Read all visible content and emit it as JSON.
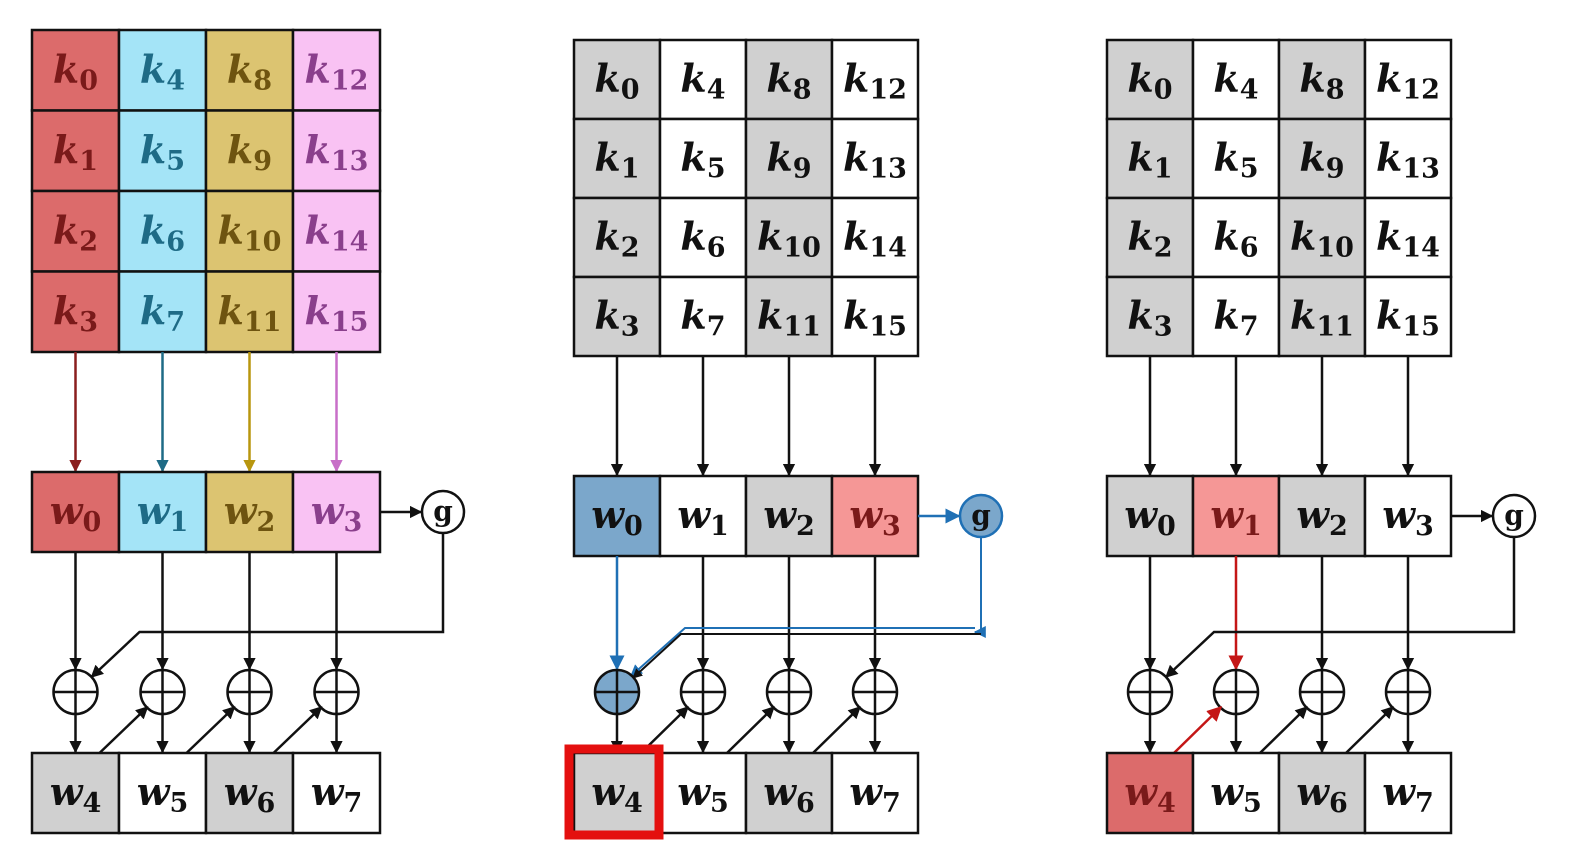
{
  "colors": {
    "gray": "#d0d0d0",
    "white": "#ffffff",
    "red": "#dc6b6b",
    "cyan": "#a4e4f7",
    "gold": "#dcc471",
    "pink": "#f9c2f3",
    "blue": "#7ba7cb",
    "salmon": "#f59796",
    "highlight_border": "#e4100f",
    "stroke": "#111111",
    "blue_path": "#1f70b5",
    "red_path": "#c41616",
    "text_red": "#7a1a1a",
    "text_teal": "#1e6b86",
    "text_gold": "#6e5410",
    "text_pink": "#8a3f8c"
  },
  "g_label": "g",
  "panels": [
    {
      "key_matrix": [
        [
          {
            "base": "k",
            "sub": "0",
            "fill": "red",
            "text": "text_red"
          },
          {
            "base": "k",
            "sub": "4",
            "fill": "cyan",
            "text": "text_teal"
          },
          {
            "base": "k",
            "sub": "8",
            "fill": "gold",
            "text": "text_gold"
          },
          {
            "base": "k",
            "sub": "12",
            "fill": "pink",
            "text": "text_pink"
          }
        ],
        [
          {
            "base": "k",
            "sub": "1",
            "fill": "red",
            "text": "text_red"
          },
          {
            "base": "k",
            "sub": "5",
            "fill": "cyan",
            "text": "text_teal"
          },
          {
            "base": "k",
            "sub": "9",
            "fill": "gold",
            "text": "text_gold"
          },
          {
            "base": "k",
            "sub": "13",
            "fill": "pink",
            "text": "text_pink"
          }
        ],
        [
          {
            "base": "k",
            "sub": "2",
            "fill": "red",
            "text": "text_red"
          },
          {
            "base": "k",
            "sub": "6",
            "fill": "cyan",
            "text": "text_teal"
          },
          {
            "base": "k",
            "sub": "10",
            "fill": "gold",
            "text": "text_gold"
          },
          {
            "base": "k",
            "sub": "14",
            "fill": "pink",
            "text": "text_pink"
          }
        ],
        [
          {
            "base": "k",
            "sub": "3",
            "fill": "red",
            "text": "text_red"
          },
          {
            "base": "k",
            "sub": "7",
            "fill": "cyan",
            "text": "text_teal"
          },
          {
            "base": "k",
            "sub": "11",
            "fill": "gold",
            "text": "text_gold"
          },
          {
            "base": "k",
            "sub": "15",
            "fill": "pink",
            "text": "text_pink"
          }
        ]
      ],
      "word_row": [
        {
          "base": "w",
          "sub": "0",
          "fill": "red",
          "text": "text_red"
        },
        {
          "base": "w",
          "sub": "1",
          "fill": "cyan",
          "text": "text_teal"
        },
        {
          "base": "w",
          "sub": "2",
          "fill": "gold",
          "text": "text_gold"
        },
        {
          "base": "w",
          "sub": "3",
          "fill": "pink",
          "text": "text_pink"
        }
      ],
      "output_row": [
        {
          "base": "w",
          "sub": "4",
          "fill": "gray",
          "text": "stroke"
        },
        {
          "base": "w",
          "sub": "5",
          "fill": "white",
          "text": "stroke"
        },
        {
          "base": "w",
          "sub": "6",
          "fill": "gray",
          "text": "stroke"
        },
        {
          "base": "w",
          "sub": "7",
          "fill": "white",
          "text": "stroke"
        }
      ],
      "key_arrow_colors": [
        "#8a1e1e",
        "#1e6b86",
        "#b8960f",
        "#c86fc8"
      ],
      "highlight": "none"
    },
    {
      "key_matrix": [
        [
          {
            "base": "k",
            "sub": "0",
            "fill": "gray",
            "text": "stroke"
          },
          {
            "base": "k",
            "sub": "4",
            "fill": "white",
            "text": "stroke"
          },
          {
            "base": "k",
            "sub": "8",
            "fill": "gray",
            "text": "stroke"
          },
          {
            "base": "k",
            "sub": "12",
            "fill": "white",
            "text": "stroke"
          }
        ],
        [
          {
            "base": "k",
            "sub": "1",
            "fill": "gray",
            "text": "stroke"
          },
          {
            "base": "k",
            "sub": "5",
            "fill": "white",
            "text": "stroke"
          },
          {
            "base": "k",
            "sub": "9",
            "fill": "gray",
            "text": "stroke"
          },
          {
            "base": "k",
            "sub": "13",
            "fill": "white",
            "text": "stroke"
          }
        ],
        [
          {
            "base": "k",
            "sub": "2",
            "fill": "gray",
            "text": "stroke"
          },
          {
            "base": "k",
            "sub": "6",
            "fill": "white",
            "text": "stroke"
          },
          {
            "base": "k",
            "sub": "10",
            "fill": "gray",
            "text": "stroke"
          },
          {
            "base": "k",
            "sub": "14",
            "fill": "white",
            "text": "stroke"
          }
        ],
        [
          {
            "base": "k",
            "sub": "3",
            "fill": "gray",
            "text": "stroke"
          },
          {
            "base": "k",
            "sub": "7",
            "fill": "white",
            "text": "stroke"
          },
          {
            "base": "k",
            "sub": "11",
            "fill": "gray",
            "text": "stroke"
          },
          {
            "base": "k",
            "sub": "15",
            "fill": "white",
            "text": "stroke"
          }
        ]
      ],
      "word_row": [
        {
          "base": "w",
          "sub": "0",
          "fill": "blue",
          "text": "stroke"
        },
        {
          "base": "w",
          "sub": "1",
          "fill": "white",
          "text": "stroke"
        },
        {
          "base": "w",
          "sub": "2",
          "fill": "gray",
          "text": "stroke"
        },
        {
          "base": "w",
          "sub": "3",
          "fill": "salmon",
          "text": "text_red"
        }
      ],
      "output_row": [
        {
          "base": "w",
          "sub": "4",
          "fill": "gray",
          "text": "stroke"
        },
        {
          "base": "w",
          "sub": "5",
          "fill": "white",
          "text": "stroke"
        },
        {
          "base": "w",
          "sub": "6",
          "fill": "gray",
          "text": "stroke"
        },
        {
          "base": "w",
          "sub": "7",
          "fill": "white",
          "text": "stroke"
        }
      ],
      "key_arrow_colors": [
        "#111111",
        "#111111",
        "#111111",
        "#111111"
      ],
      "highlight": "blue"
    },
    {
      "key_matrix": [
        [
          {
            "base": "k",
            "sub": "0",
            "fill": "gray",
            "text": "stroke"
          },
          {
            "base": "k",
            "sub": "4",
            "fill": "white",
            "text": "stroke"
          },
          {
            "base": "k",
            "sub": "8",
            "fill": "gray",
            "text": "stroke"
          },
          {
            "base": "k",
            "sub": "12",
            "fill": "white",
            "text": "stroke"
          }
        ],
        [
          {
            "base": "k",
            "sub": "1",
            "fill": "gray",
            "text": "stroke"
          },
          {
            "base": "k",
            "sub": "5",
            "fill": "white",
            "text": "stroke"
          },
          {
            "base": "k",
            "sub": "9",
            "fill": "gray",
            "text": "stroke"
          },
          {
            "base": "k",
            "sub": "13",
            "fill": "white",
            "text": "stroke"
          }
        ],
        [
          {
            "base": "k",
            "sub": "2",
            "fill": "gray",
            "text": "stroke"
          },
          {
            "base": "k",
            "sub": "6",
            "fill": "white",
            "text": "stroke"
          },
          {
            "base": "k",
            "sub": "10",
            "fill": "gray",
            "text": "stroke"
          },
          {
            "base": "k",
            "sub": "14",
            "fill": "white",
            "text": "stroke"
          }
        ],
        [
          {
            "base": "k",
            "sub": "3",
            "fill": "gray",
            "text": "stroke"
          },
          {
            "base": "k",
            "sub": "7",
            "fill": "white",
            "text": "stroke"
          },
          {
            "base": "k",
            "sub": "11",
            "fill": "gray",
            "text": "stroke"
          },
          {
            "base": "k",
            "sub": "15",
            "fill": "white",
            "text": "stroke"
          }
        ]
      ],
      "word_row": [
        {
          "base": "w",
          "sub": "0",
          "fill": "gray",
          "text": "stroke"
        },
        {
          "base": "w",
          "sub": "1",
          "fill": "salmon",
          "text": "text_red"
        },
        {
          "base": "w",
          "sub": "2",
          "fill": "gray",
          "text": "stroke"
        },
        {
          "base": "w",
          "sub": "3",
          "fill": "white",
          "text": "stroke"
        }
      ],
      "output_row": [
        {
          "base": "w",
          "sub": "4",
          "fill": "red",
          "text": "text_red"
        },
        {
          "base": "w",
          "sub": "5",
          "fill": "white",
          "text": "stroke"
        },
        {
          "base": "w",
          "sub": "6",
          "fill": "gray",
          "text": "stroke"
        },
        {
          "base": "w",
          "sub": "7",
          "fill": "white",
          "text": "stroke"
        }
      ],
      "key_arrow_colors": [
        "#111111",
        "#111111",
        "#111111",
        "#111111"
      ],
      "highlight": "red"
    }
  ]
}
